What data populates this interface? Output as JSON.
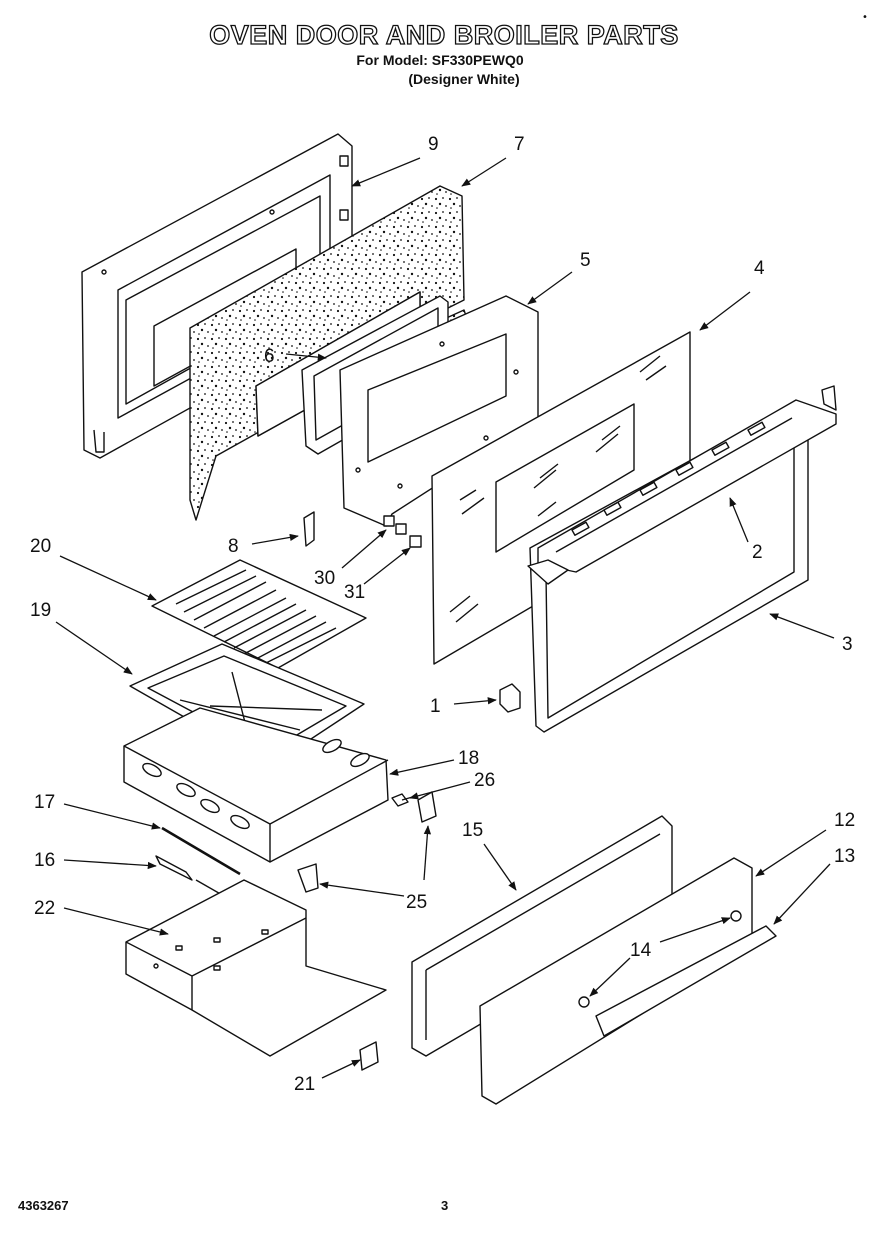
{
  "header": {
    "title": "OVEN DOOR AND BROILER PARTS",
    "model_line": "For Model: SF330PEWQ0",
    "finish_line": "(Designer White)"
  },
  "footer": {
    "document_number": "4363267",
    "page_number": "3"
  },
  "corner_mark": "•",
  "callouts": {
    "c1": "1",
    "c2": "2",
    "c3": "3",
    "c4": "4",
    "c5": "5",
    "c6": "6",
    "c7": "7",
    "c8": "8",
    "c9": "9",
    "c12": "12",
    "c13": "13",
    "c14": "14",
    "c15": "15",
    "c16": "16",
    "c17": "17",
    "c18": "18",
    "c19": "19",
    "c20": "20",
    "c21": "21",
    "c22": "22",
    "c25": "25",
    "c26": "26",
    "c30": "30",
    "c31": "31"
  }
}
